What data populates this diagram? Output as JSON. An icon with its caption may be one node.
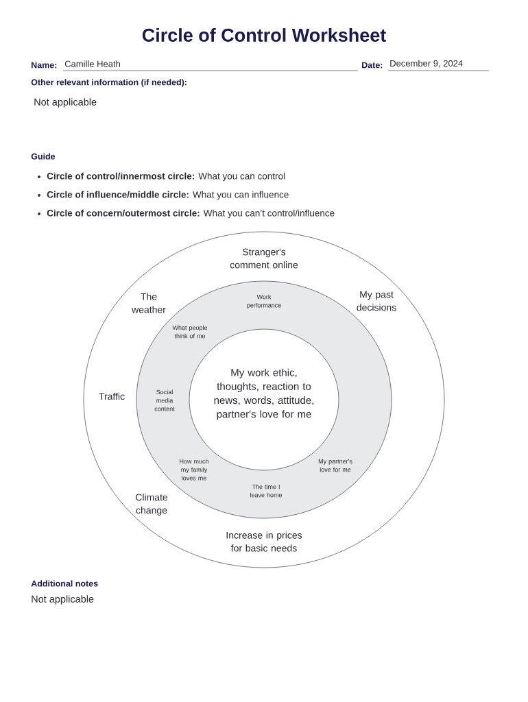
{
  "diagram": {
    "title": "Circle of Control Worksheet",
    "nodes": [
      {
        "text": [
          "Stranger's comment online",
          "The weather",
          "My past decisions",
          "Traffic",
          "Climate change",
          "Increase in prices for basic needs"
        ]
      },
      {
        "text": [
          "Work performance",
          "What people think of me",
          "Social media content",
          "How much my family loves me",
          "The time I leave home",
          "My partner's love for me"
        ],
        "in": 0
      },
      {
        "text": [
          "My work ethic, thoughts, reaction to news, words, attitude, partner's love for me"
        ],
        "in": 1
      }
    ],
    "labels": [
      "Name:",
      "Camille Heath",
      "Date:",
      "December 9, 2024",
      "Other relevant information (if needed):",
      "Not applicable",
      "Guide",
      "**Circle of control/innermost circle:** What you can control",
      "**Circle of influence/middle circle:** What you can influence",
      "**Circle of concern/outermost circle:** What you can’t control/influence",
      "Additional notes",
      "Not applicable"
    ]
  }
}
